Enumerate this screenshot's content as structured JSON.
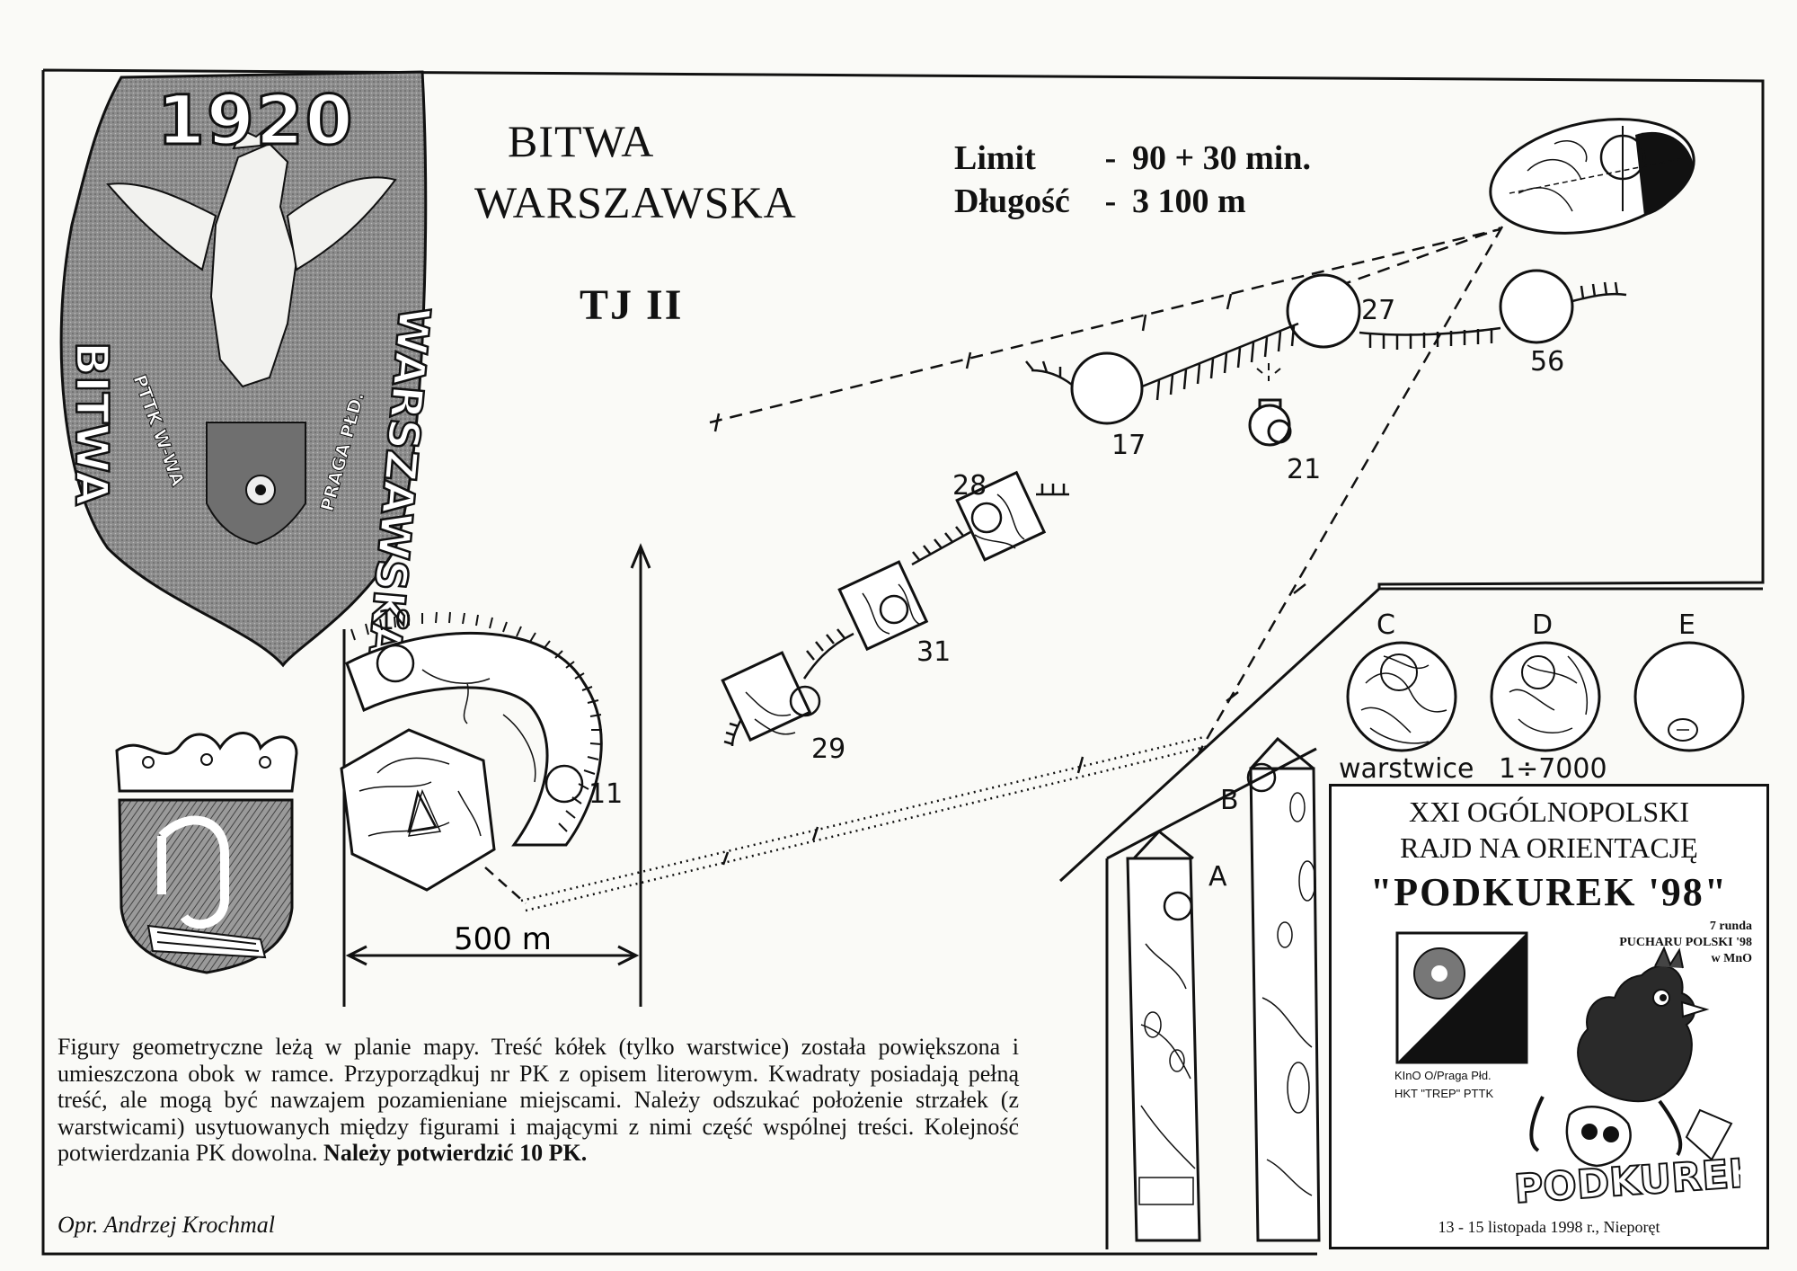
{
  "title": {
    "line1": "BITWA",
    "line2": "WARSZAWSKA",
    "subtitle": "TJ II"
  },
  "limits": {
    "limit_label": "Limit",
    "limit_value": "90 + 30 min.",
    "length_label": "Długość",
    "length_value": "3 100 m",
    "dash": "-"
  },
  "emblem": {
    "year": "1920",
    "text_left": "BITWA",
    "text_right": "WARSZAWSKA",
    "small_left": "PTTK W-WA",
    "small_right": "PRAGA PŁD."
  },
  "control_numbers": [
    "10",
    "11",
    "17",
    "21",
    "27",
    "56",
    "28",
    "31",
    "29"
  ],
  "option_letters": [
    "A",
    "B",
    "C",
    "D",
    "E"
  ],
  "legend_captions": {
    "c": "warstwice",
    "d": "1÷7000"
  },
  "scale_label": "500 m",
  "description": {
    "text": "Figury geometryczne leżą w planie mapy. Treść kółek (tylko warstwice) została powiększona i umieszczona obok w ramce. Przyporządkuj nr PK z opisem literowym. Kwadraty posiadają pełną treść, ale mogą być nawzajem pozamieniane miejscami. Należy odszukać położenie strzałek (z warstwicami) usytuowanych między figurami i mającymi z nimi część wspólnej treści. Kolejność potwierdzania PK dowolna.",
    "bold": "Należy potwierdzić 10 PK.",
    "author": "Opr. Andrzej Krochmal"
  },
  "poster": {
    "line1": "XXI OGÓLNOPOLSKI",
    "line2": "RAJD NA ORIENTACJĘ",
    "line3": "\"PODKUREK '98\"",
    "round1": "7 runda",
    "round2": "PUCHARU POLSKI '98",
    "round3": "w MnO",
    "org1": "KInO O/Praga Płd.",
    "org2": "HKT \"TREP\" PTTK",
    "logo_text": "PODKUREK",
    "date": "13 - 15 listopada 1998 r., Nieporęt"
  }
}
